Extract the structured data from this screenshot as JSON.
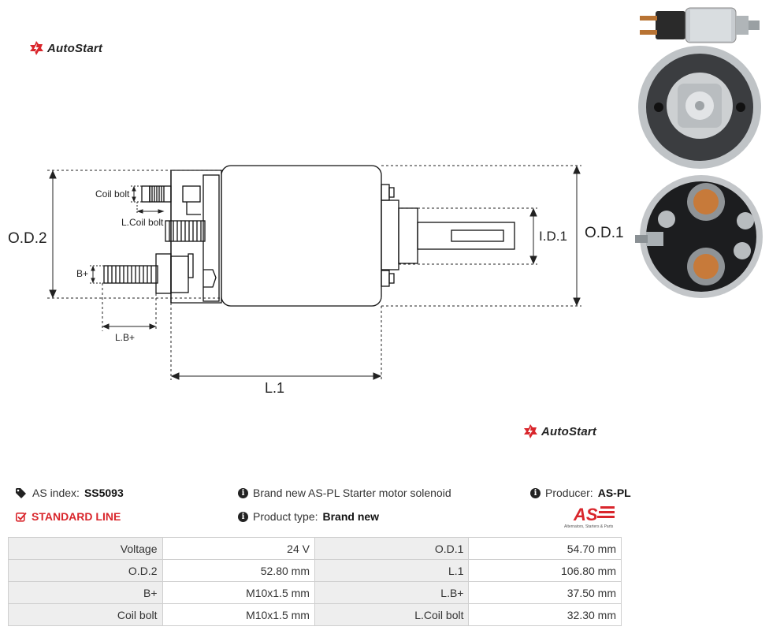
{
  "brand": {
    "name": "AutoStart",
    "color": "#d9262c"
  },
  "drawing_labels": {
    "coil_bolt": "Coil bolt",
    "l_coil_bolt": "L.Coil bolt",
    "b_plus": "B+",
    "l_b_plus": "L.B+",
    "od2": "O.D.2",
    "od1": "O.D.1",
    "id1": "I.D.1",
    "l1": "L.1"
  },
  "info": {
    "as_index_label": "AS index:",
    "as_index_value": "SS5093",
    "line": "STANDARD LINE",
    "description": "Brand new AS-PL Starter motor solenoid",
    "product_type_label": "Product type:",
    "product_type_value": "Brand new",
    "producer_label": "Producer:",
    "producer_value": "AS-PL",
    "producer_logo_text": "AS",
    "producer_logo_tagline": "Alternators, Starters & Parts"
  },
  "specs": [
    {
      "k1": "Voltage",
      "v1": "24 V",
      "k2": "O.D.1",
      "v2": "54.70 mm"
    },
    {
      "k1": "O.D.2",
      "v1": "52.80 mm",
      "k2": "L.1",
      "v2": "106.80 mm"
    },
    {
      "k1": "B+",
      "v1": "M10x1.5 mm",
      "k2": "L.B+",
      "v2": "37.50 mm"
    },
    {
      "k1": "Coil bolt",
      "v1": "M10x1.5 mm",
      "k2": "L.Coil bolt",
      "v2": "32.30 mm"
    }
  ]
}
